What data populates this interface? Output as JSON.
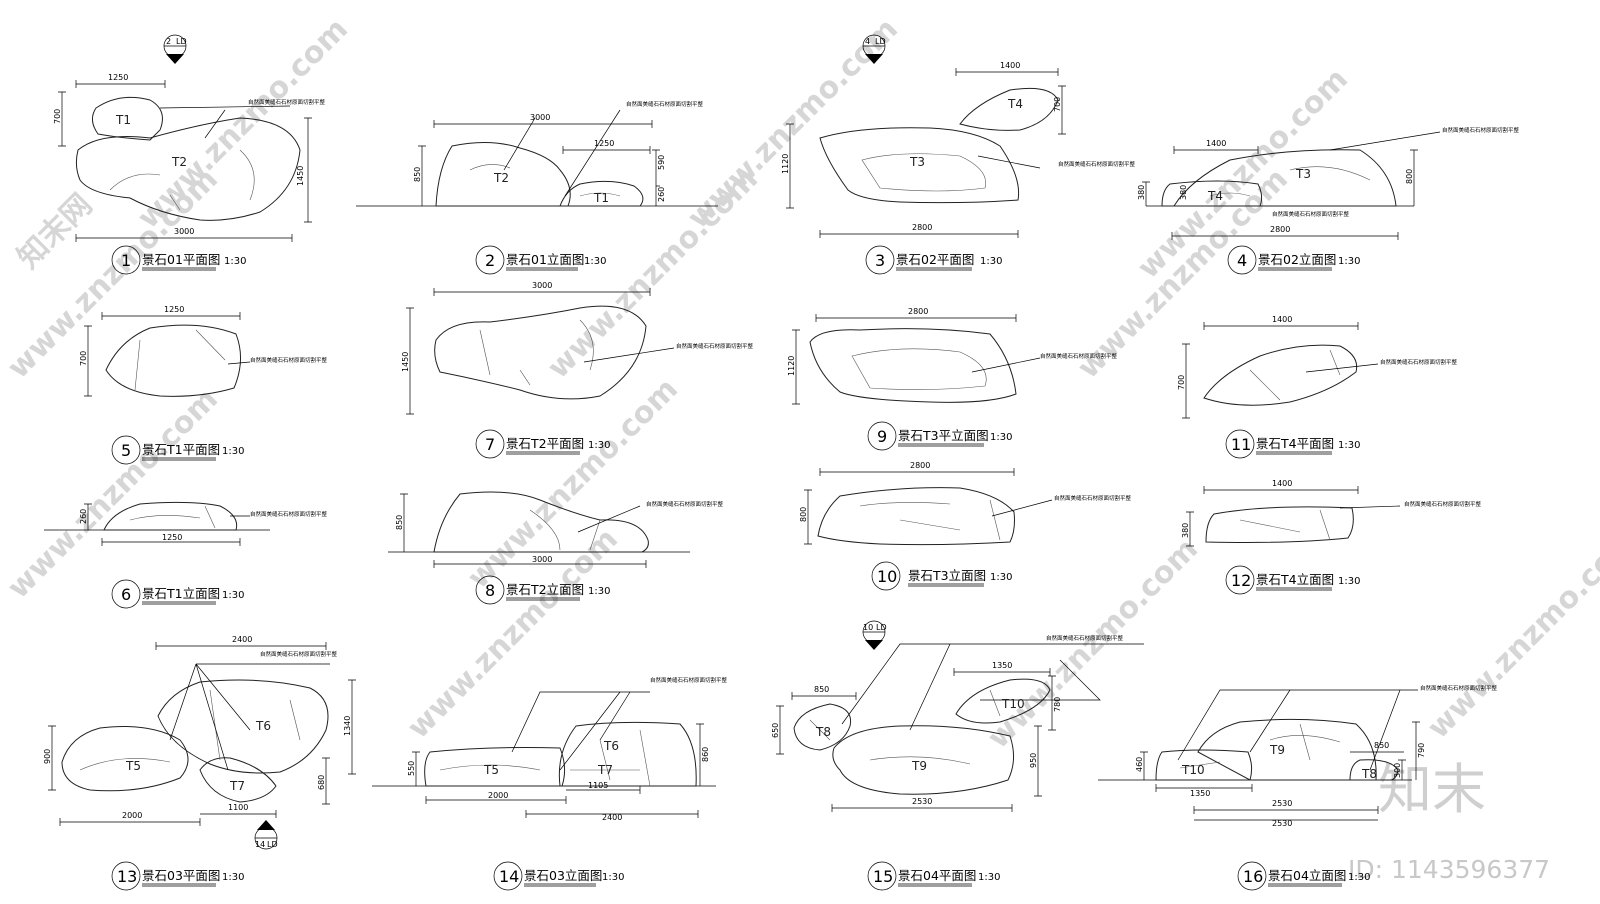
{
  "note": "自然面美缝石石材原面切割平整",
  "watermark": {
    "site": "www.znzmo.com",
    "brand_cn": "知末网",
    "logo": "知末",
    "id": "ID: 1143596377"
  },
  "drawings": [
    {
      "num": "1",
      "title": "景石01平面图",
      "scale": "1:30"
    },
    {
      "num": "2",
      "title": "景石01立面图",
      "scale": "1:30"
    },
    {
      "num": "3",
      "title": "景石02平面图",
      "scale": "1:30"
    },
    {
      "num": "4",
      "title": "景石02立面图",
      "scale": "1:30"
    },
    {
      "num": "5",
      "title": "景石T1平面图",
      "scale": "1:30"
    },
    {
      "num": "6",
      "title": "景石T1立面图",
      "scale": "1:30"
    },
    {
      "num": "7",
      "title": "景石T2平面图",
      "scale": "1:30"
    },
    {
      "num": "8",
      "title": "景石T2立面图",
      "scale": "1:30"
    },
    {
      "num": "9",
      "title": "景石T3平立面图",
      "scale": "1:30"
    },
    {
      "num": "10",
      "title": "景石T3立面图",
      "scale": "1:30"
    },
    {
      "num": "11",
      "title": "景石T4平面图",
      "scale": "1:30"
    },
    {
      "num": "12",
      "title": "景石T4立面图",
      "scale": "1:30"
    },
    {
      "num": "13",
      "title": "景石03平面图",
      "scale": "1:30"
    },
    {
      "num": "14",
      "title": "景石03立面图",
      "scale": "1:30"
    },
    {
      "num": "15",
      "title": "景石04平面图",
      "scale": "1:30"
    },
    {
      "num": "16",
      "title": "景石04立面图",
      "scale": "1:30"
    }
  ],
  "section_markers": [
    {
      "num": "2",
      "ref": "LD"
    },
    {
      "num": "4",
      "ref": "LD"
    },
    {
      "num": "10",
      "ref": "LD"
    },
    {
      "num": "14",
      "ref": "LD"
    }
  ],
  "dims": {
    "d1250": "1250",
    "d700": "700",
    "d1450": "1450",
    "d3000": "3000",
    "d850": "850",
    "d590": "590",
    "d260": "260",
    "d1400": "1400",
    "d1120": "1120",
    "d2800": "2800",
    "d380": "380",
    "d800": "800",
    "d2400": "2400",
    "d900": "900",
    "d1340": "1340",
    "d680": "680",
    "d2000": "2000",
    "d1100": "1100",
    "d550": "550",
    "d1105": "1105",
    "d860": "860",
    "d1350": "1350",
    "d650": "650",
    "d780": "780",
    "d950": "950",
    "d2530": "2530",
    "d460": "460",
    "d300": "300",
    "d790": "790"
  },
  "tags": {
    "T1": "T1",
    "T2": "T2",
    "T3": "T3",
    "T4": "T4",
    "T5": "T5",
    "T6": "T6",
    "T7": "T7",
    "T8": "T8",
    "T9": "T9",
    "T10": "T10"
  }
}
